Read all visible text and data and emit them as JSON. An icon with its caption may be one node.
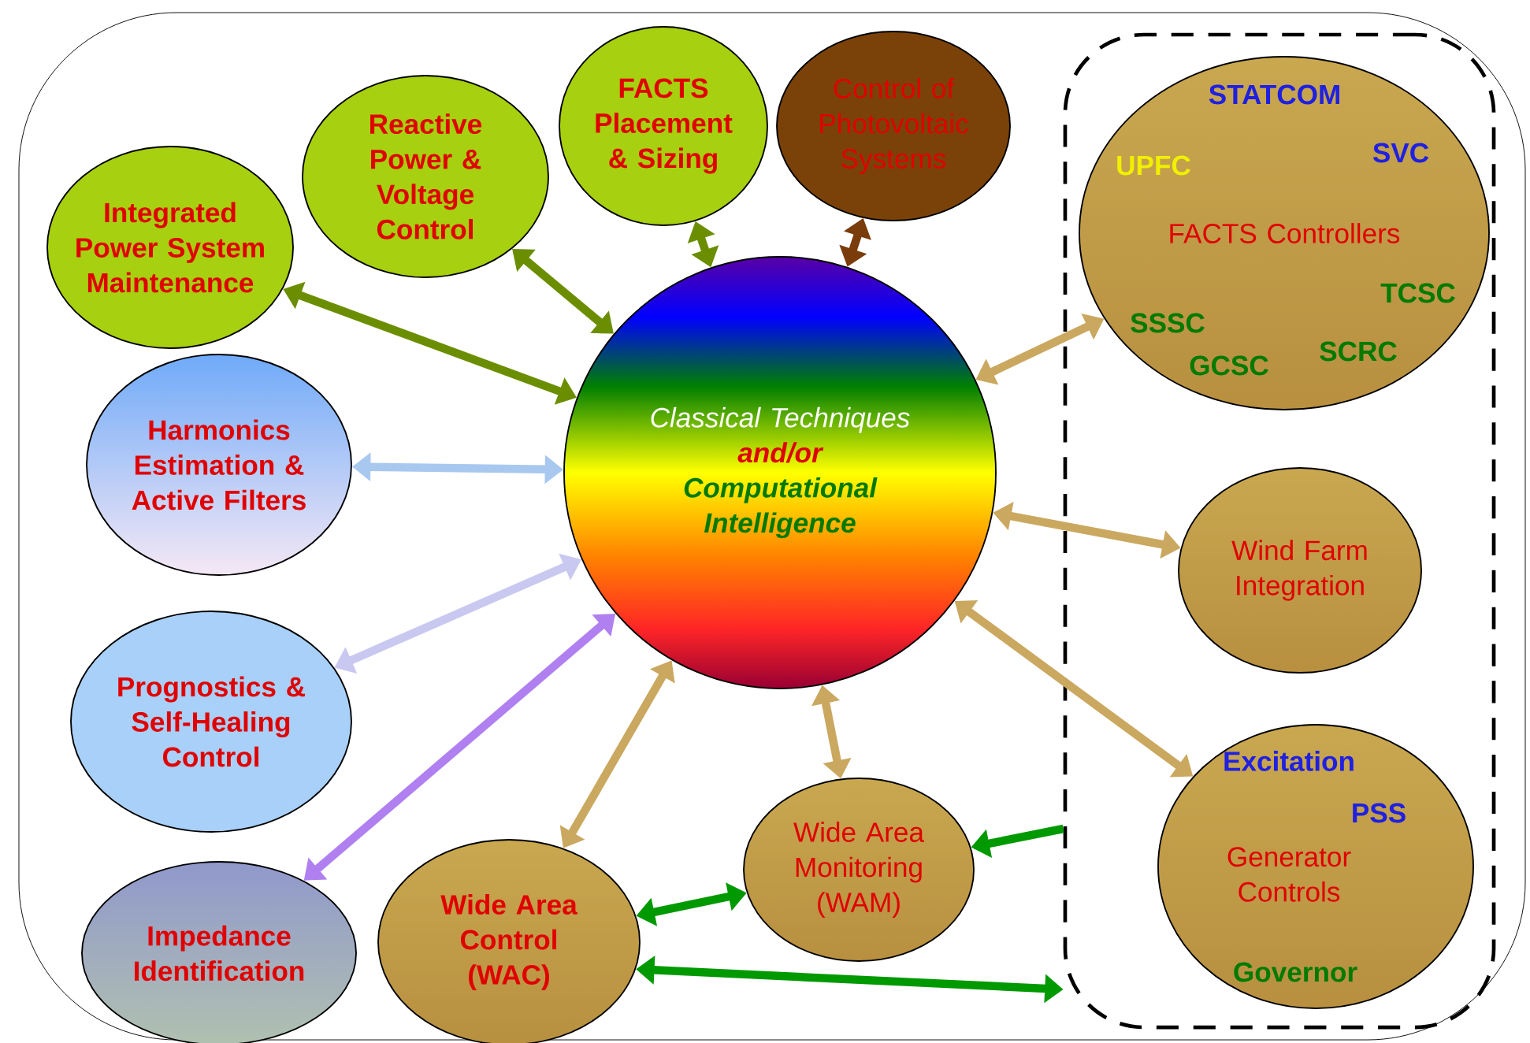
{
  "diagram": {
    "nodes": [
      {
        "text": [
          "Integrated Power System Maintenance"
        ]
      },
      {
        "text": [
          "Reactive Power & Voltage Control"
        ]
      },
      {
        "text": [
          "FACTS Placement & Sizing"
        ]
      },
      {
        "text": [
          "Control of Photovoltaic Systems"
        ]
      },
      {
        "text": [],
        "shape": "box"
      },
      {
        "text": [
          "STATCOM",
          "UPFC",
          "SVC",
          "FACTS Controllers",
          "TCSC",
          "SSSC",
          "SCRC",
          "GCSC"
        ],
        "in": 4
      },
      {
        "text": [
          "Harmonics Estimation & Active Filters"
        ]
      },
      {
        "text": [
          "Classical Techniques",
          "and/or",
          "Computational Intelligence"
        ]
      },
      {
        "text": [
          "Wind Farm Integration"
        ],
        "in": 4
      },
      {
        "text": [
          "Prognostics & Self-Healing Control"
        ]
      },
      {
        "text": [
          "Impedance Identification"
        ]
      },
      {
        "text": [
          "Wide Area Control (WAC)"
        ]
      },
      {
        "text": [
          "Wide Area Monitoring (WAM)"
        ]
      },
      {
        "text": [
          "Excitation",
          "PSS",
          "Generator Controls",
          "Governor"
        ],
        "in": 4
      }
    ],
    "edges": [
      {
        "from": 0,
        "to": 7,
        "arrow": "both",
        "color": "#6b8e00"
      },
      {
        "from": 1,
        "to": 7,
        "arrow": "both",
        "color": "#6b8e00"
      },
      {
        "from": 2,
        "to": 7,
        "arrow": "both",
        "color": "#6b8e00"
      },
      {
        "from": 3,
        "to": 7,
        "arrow": "both",
        "color": "#7a3c0a"
      },
      {
        "from": 5,
        "to": 7,
        "arrow": "both"
      },
      {
        "from": 6,
        "to": 7,
        "arrow": "both",
        "color": "#a8c8f0"
      },
      {
        "from": 8,
        "to": 7,
        "arrow": "both"
      },
      {
        "from": 9,
        "to": 7,
        "arrow": "both",
        "color": "#c8c8f0"
      },
      {
        "from": 10,
        "to": 7,
        "arrow": "both",
        "color": "#b080f0"
      },
      {
        "from": 11,
        "to": 7,
        "arrow": "both"
      },
      {
        "from": 12,
        "to": 7,
        "arrow": "both"
      },
      {
        "from": 13,
        "to": 7,
        "arrow": "both"
      },
      {
        "from": 11,
        "to": 12,
        "arrow": "both",
        "color": "#009900"
      },
      {
        "from": 4,
        "to": 12,
        "arrow": "to",
        "color": "#009900"
      },
      {
        "from": 11,
        "to": 4,
        "arrow": "both",
        "color": "#009900"
      }
    ]
  }
}
